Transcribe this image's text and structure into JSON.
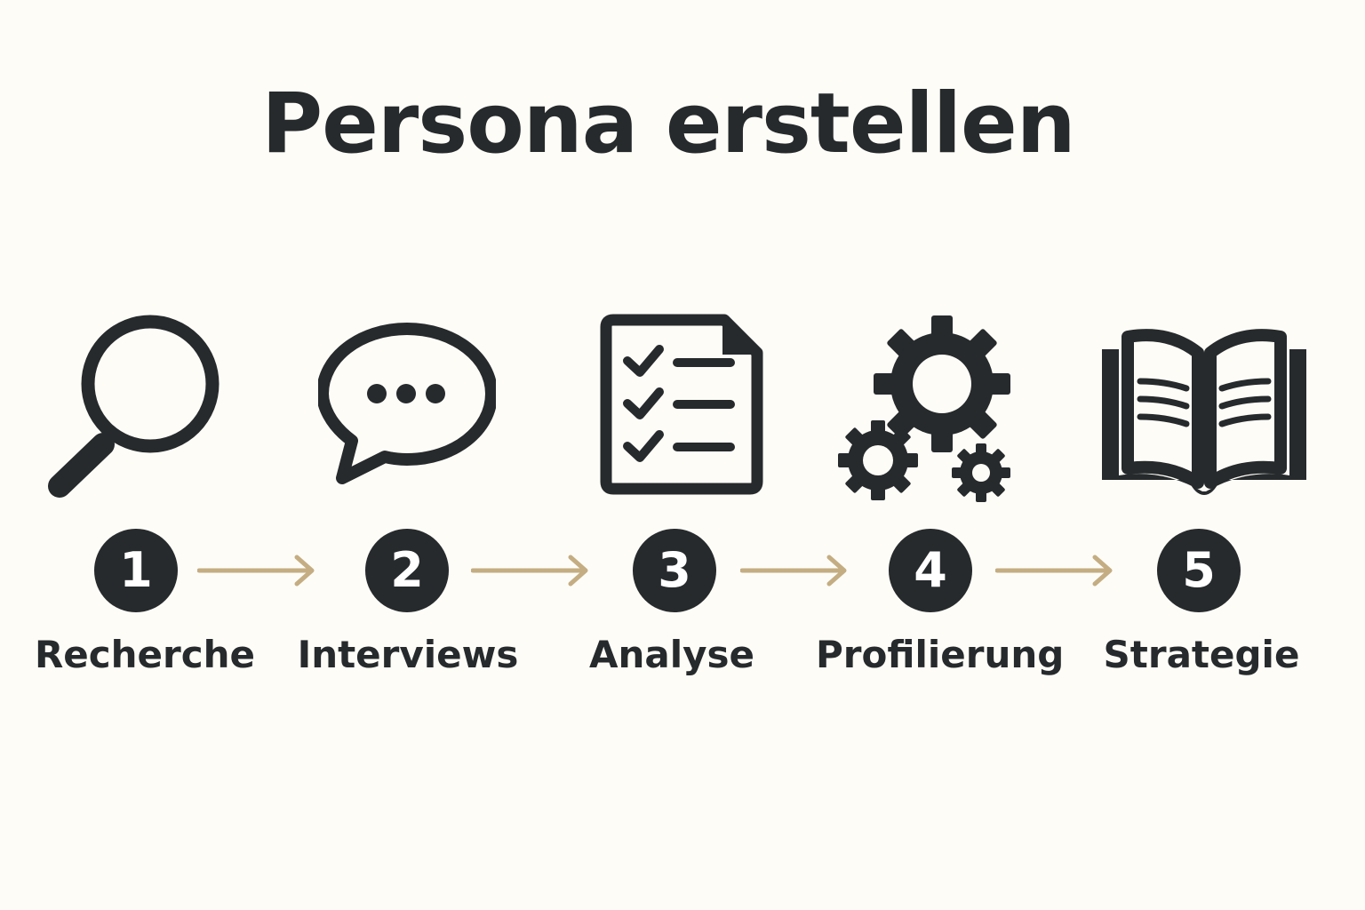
{
  "title": "Persona erstellen",
  "colors": {
    "background": "#fdfcf7",
    "icon": "#262a2c",
    "arrow": "#c4ad82",
    "badge_text": "#ffffff"
  },
  "steps": [
    {
      "number": "1",
      "label": "Recherche",
      "icon": "magnifying-glass-icon"
    },
    {
      "number": "2",
      "label": "Interviews",
      "icon": "speech-bubble-icon"
    },
    {
      "number": "3",
      "label": "Analyse",
      "icon": "checklist-document-icon"
    },
    {
      "number": "4",
      "label": "Profilierung",
      "icon": "gears-icon"
    },
    {
      "number": "5",
      "label": "Strategie",
      "icon": "open-book-icon"
    }
  ]
}
